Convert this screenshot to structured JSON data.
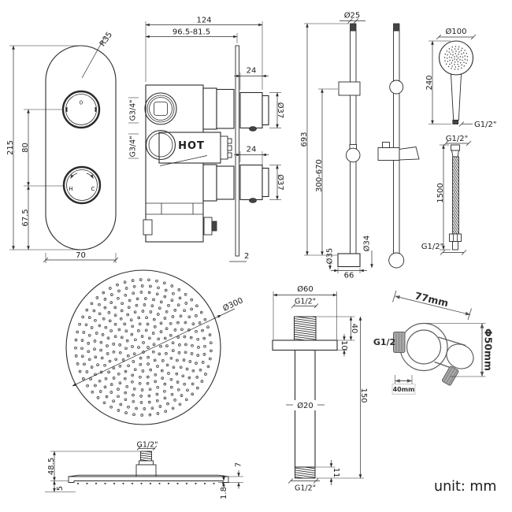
{
  "unit_label": "unit: mm",
  "colors": {
    "line": "#2b2b2b",
    "soft_line": "#5e5e5e"
  },
  "trim_plate": {
    "radius_label": "R35",
    "height": "215",
    "knob_spacing": "80",
    "bottom_offset": "67.5",
    "width": "70",
    "top_knob_mark": "0",
    "hot_mark": "H",
    "cold_mark": "C"
  },
  "valve": {
    "width": "124",
    "depth_range": "96.5-81.5",
    "handle_len_top": "24",
    "handle_dia_top": "Ø37",
    "handle_len_bottom": "24",
    "handle_dia_bottom": "Ø37",
    "plate_thickness": "2",
    "inlet_top": "G3/4\"",
    "inlet_bottom": "G3/4\"",
    "hot_label": "HOT"
  },
  "slide_rail": {
    "tube_dia": "Ø25",
    "total_height": "693",
    "adjust_range": "300-670",
    "base_dia": "Ø35",
    "bracket_dia": "Ø34",
    "base_width": "66"
  },
  "hand_shower": {
    "head_dia": "Ø100",
    "length": "240",
    "connector": "G1/2\""
  },
  "hose": {
    "top_connector": "G1/2\"",
    "length": "1500",
    "bottom_connector": "G1/2\""
  },
  "head_top_view": {
    "dia": "Ø300"
  },
  "head_side_view": {
    "connector": "G1/2\"",
    "height": "48.5",
    "nozzle_depth": "5",
    "plate_thickness": "1.8",
    "edge_height": "7"
  },
  "ceiling_arm": {
    "flange_dia": "Ø60",
    "top_connector": "G1/2\"",
    "thread_len": "40",
    "flange_thickness": "10",
    "length": "150",
    "pipe_dia": "Ø20",
    "bottom_thread_len": "11",
    "bottom_connector": "G1/2\""
  },
  "wall_outlet": {
    "width": "77mm",
    "connector": "G1/2",
    "dia": "Φ50mm",
    "depth": "40mm"
  }
}
